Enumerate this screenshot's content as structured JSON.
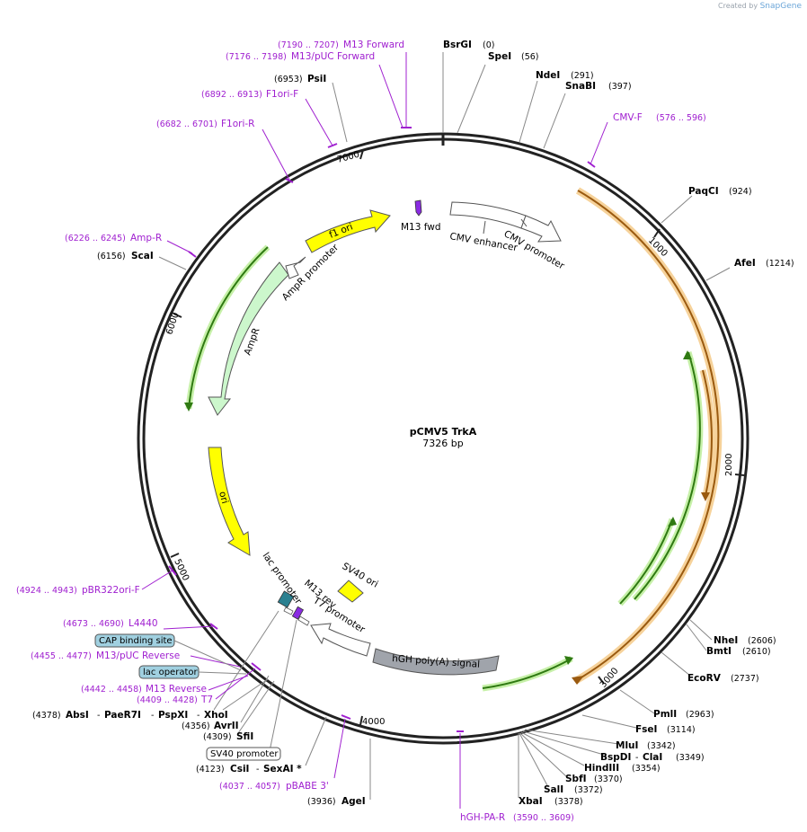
{
  "credit": {
    "prefix": "Created by",
    "brand": "SnapGene"
  },
  "plasmid": {
    "name": "pCMV5 TrkA",
    "size": "7326 bp"
  },
  "ticks": [
    "1000",
    "2000",
    "3000",
    "4000",
    "5000",
    "6000",
    "7000"
  ],
  "enzymes": [
    {
      "name": "BsrGI",
      "pos": "(0)"
    },
    {
      "name": "SpeI",
      "pos": "(56)"
    },
    {
      "name": "NdeI",
      "pos": "(291)"
    },
    {
      "name": "SnaBI",
      "pos": "(397)"
    },
    {
      "name": "PaqCI",
      "pos": "(924)"
    },
    {
      "name": "AfeI",
      "pos": "(1214)"
    },
    {
      "name": "NheI",
      "pos": "(2606)"
    },
    {
      "name": "BmtI",
      "pos": "(2610)"
    },
    {
      "name": "EcoRV",
      "pos": "(2737)"
    },
    {
      "name": "PmlI",
      "pos": "(2963)"
    },
    {
      "name": "FseI",
      "pos": "(3114)"
    },
    {
      "name": "MluI",
      "pos": "(3342)"
    },
    {
      "name": "BspDI",
      "pos": "(3349)"
    },
    {
      "name": "ClaI",
      "pos": ""
    },
    {
      "name": "HindIII",
      "pos": "(3354)"
    },
    {
      "name": "SbfI",
      "pos": "(3370)"
    },
    {
      "name": "SalI",
      "pos": "(3372)"
    },
    {
      "name": "XbaI",
      "pos": "(3378)"
    },
    {
      "name": "AgeI",
      "pos": "(3936)"
    },
    {
      "name": "CsiI",
      "pos": "(4123)"
    },
    {
      "name": "SexAI *",
      "pos": ""
    },
    {
      "name": "SfiI",
      "pos": "(4309)"
    },
    {
      "name": "AvrII",
      "pos": "(4356)"
    },
    {
      "name": "AbsI",
      "pos": "(4378)"
    },
    {
      "name": "PaeR7I",
      "pos": ""
    },
    {
      "name": "PspXI",
      "pos": ""
    },
    {
      "name": "XhoI",
      "pos": ""
    },
    {
      "name": "ScaI",
      "pos": "(6156)"
    },
    {
      "name": "PsiI",
      "pos": "(6953)"
    }
  ],
  "primers": [
    {
      "name": "M13 Forward",
      "range": "(7190 .. 7207)"
    },
    {
      "name": "M13/pUC Forward",
      "range": "(7176 .. 7198)"
    },
    {
      "name": "F1ori-F",
      "range": "(6892 .. 6913)"
    },
    {
      "name": "F1ori-R",
      "range": "(6682 .. 6701)"
    },
    {
      "name": "Amp-R",
      "range": "(6226 .. 6245)"
    },
    {
      "name": "CMV-F",
      "range": "(576 .. 596)"
    },
    {
      "name": "pBR322ori-F",
      "range": "(4924 .. 4943)"
    },
    {
      "name": "L4440",
      "range": "(4673 .. 4690)"
    },
    {
      "name": "M13/pUC Reverse",
      "range": "(4455 .. 4477)"
    },
    {
      "name": "M13 Reverse",
      "range": "(4442 .. 4458)"
    },
    {
      "name": "T7",
      "range": "(4409 .. 4428)"
    },
    {
      "name": "pBABE 3'",
      "range": "(4037 .. 4057)"
    },
    {
      "name": "hGH-PA-R",
      "range": "(3590 .. 3609)"
    }
  ],
  "features": {
    "m13_fwd": "M13 fwd",
    "cmv_enhancer": "CMV enhancer",
    "cmv_promoter": "CMV promoter",
    "f1_ori": "f1 ori",
    "ampr_promoter": "AmpR promoter",
    "ampr": "AmpR",
    "ori": "ori",
    "sv40_ori": "SV40 ori",
    "lac_promoter": "lac promoter",
    "m13_rev": "M13 rev",
    "t7_promoter": "T7 promoter",
    "hgh_polya": "hGH poly(A) signal"
  },
  "boxed_labels": {
    "cap_site": "CAP binding site",
    "lac_operator": "lac operator",
    "sv40_promoter": "SV40 promoter"
  },
  "colors": {
    "backbone": "#222222",
    "primer": "#a020d0",
    "f1_ori": "#ffff00",
    "ampr": "#ccf7cc",
    "orf_orange": "#e8a030",
    "orf_green": "#4caf28",
    "cap_box": "#a0d0e0",
    "hgh": "#a0a4ab"
  }
}
